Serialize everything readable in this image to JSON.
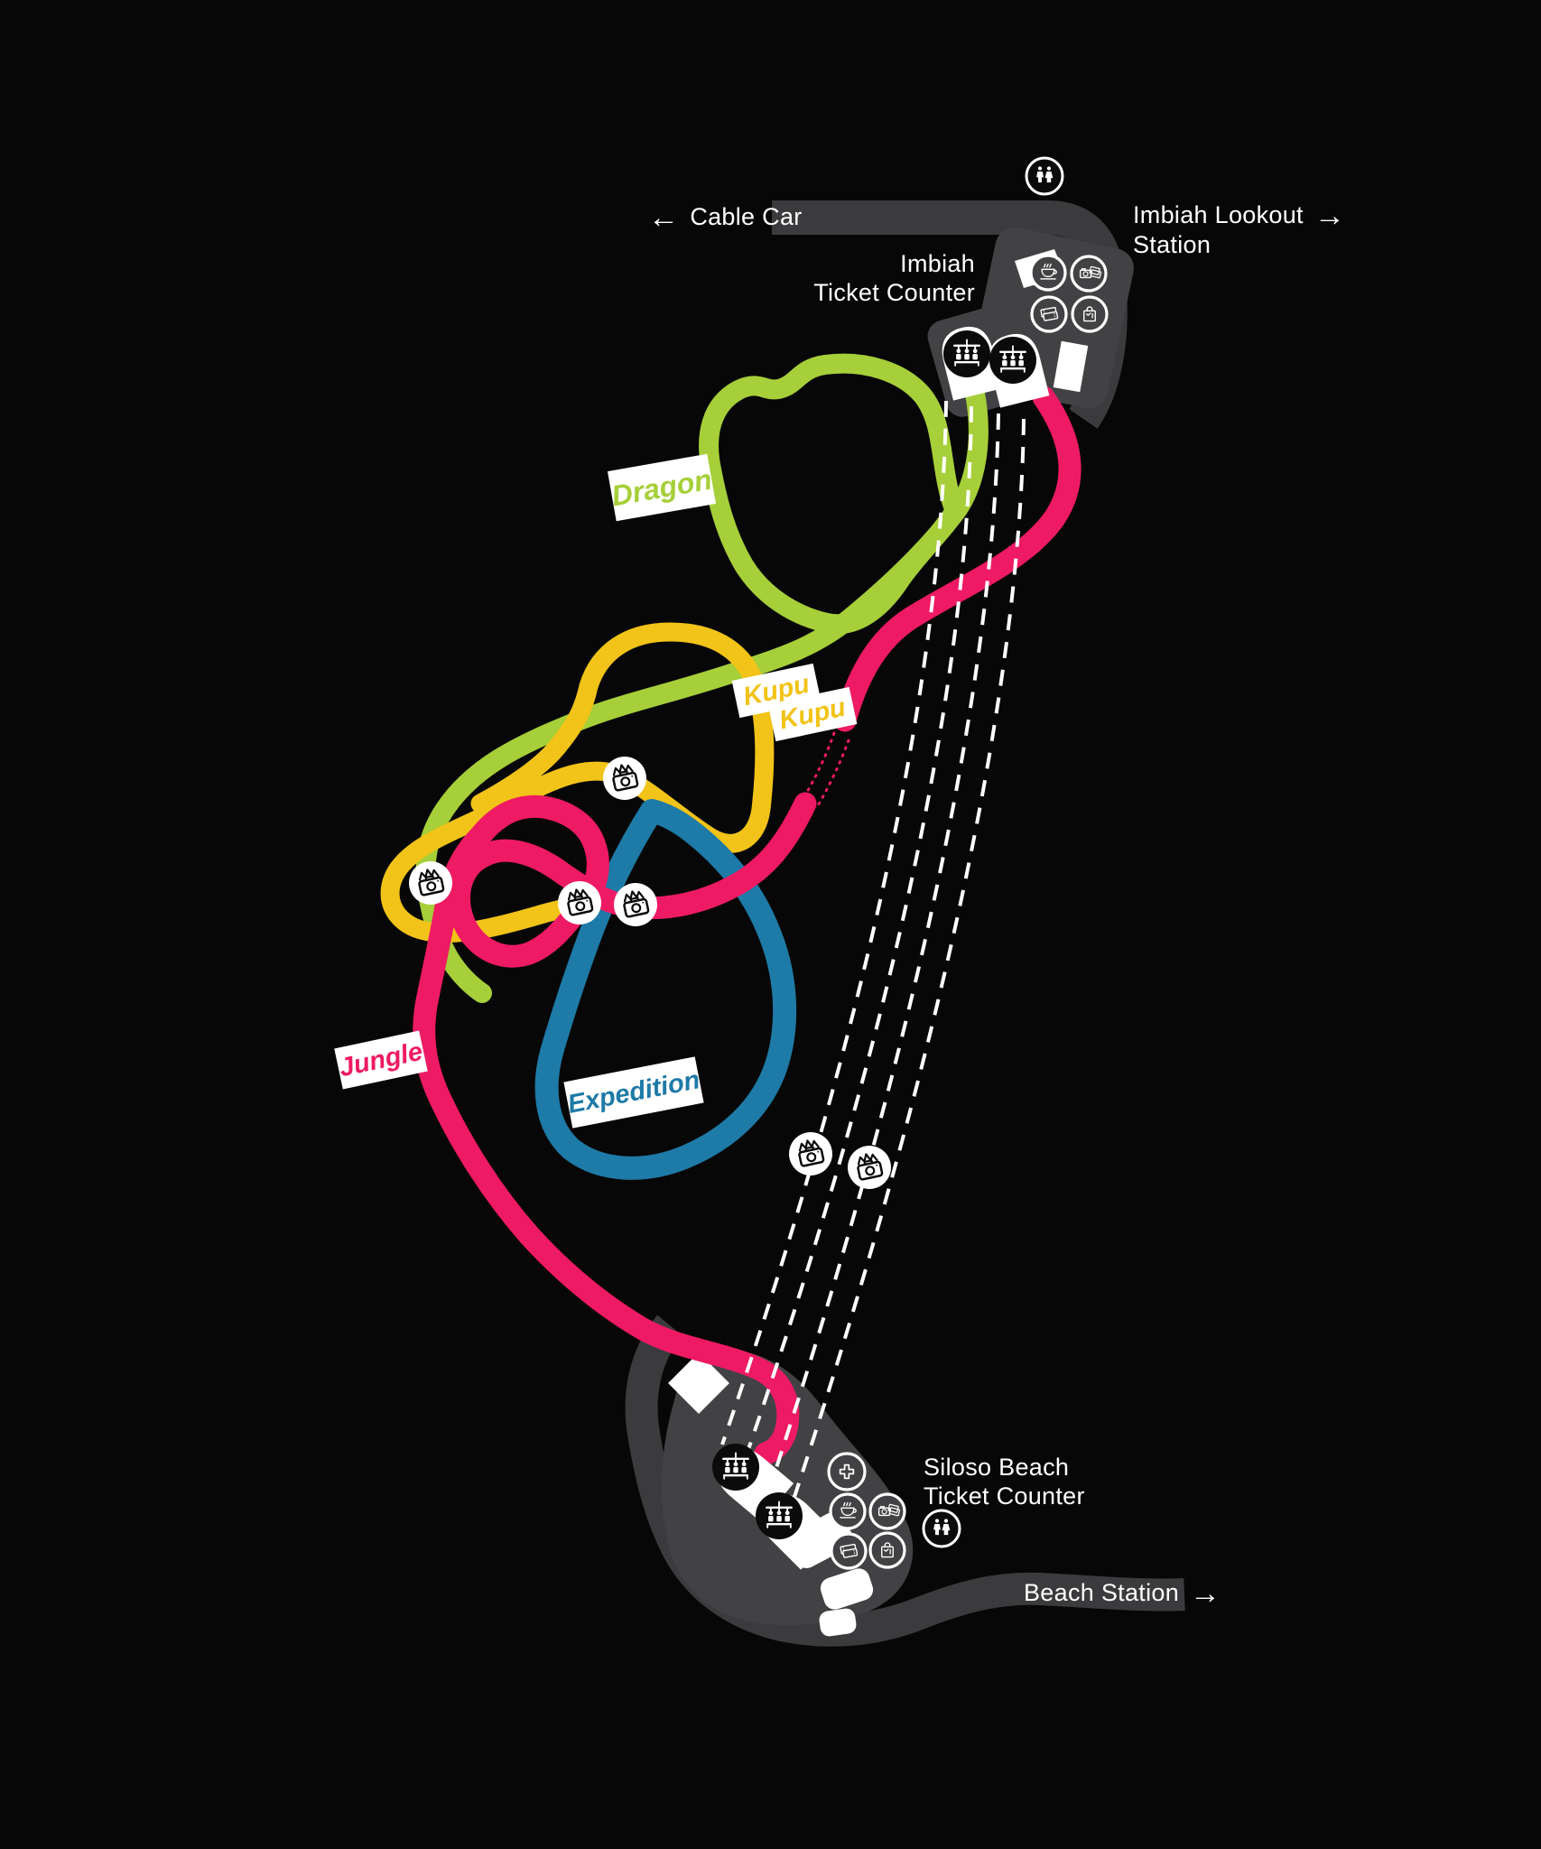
{
  "colors": {
    "background": "#070707",
    "road": "#3b3b3e",
    "station": "#424245",
    "white": "#ffffff",
    "dragon": "#a6cf39",
    "kupu": "#f2c318",
    "jungle": "#ee1a64",
    "expedition": "#1e7aa6"
  },
  "header": {
    "cable_car": "Cable Car",
    "imbiah_lookout_line1": "Imbiah Lookout",
    "imbiah_lookout_line2": "Station",
    "left_arrow": "←",
    "right_arrow": "→"
  },
  "imbiah_station": {
    "ticket_counter_line1": "Imbiah",
    "ticket_counter_line2": "Ticket Counter",
    "icons": [
      "restrooms-icon",
      "cafe-icon",
      "photo-sales-icon",
      "tickets-icon",
      "shop-icon",
      "chairlift-icon",
      "chairlift-icon"
    ]
  },
  "siloso_station": {
    "ticket_counter_line1": "Siloso Beach",
    "ticket_counter_line2": "Ticket Counter",
    "beach_station": "Beach Station",
    "right_arrow": "→",
    "icons": [
      "chairlift-icon",
      "chairlift-icon",
      "first-aid-icon",
      "cafe-icon",
      "photo-sales-icon",
      "tickets-icon",
      "shop-icon",
      "restrooms-icon"
    ]
  },
  "trails": [
    {
      "label": "Dragon",
      "color": "#a6cf39"
    },
    {
      "label_line1": "Kupu",
      "label_line2": "Kupu",
      "color": "#f2c318"
    },
    {
      "label": "Jungle",
      "color": "#ee1a64"
    },
    {
      "label": "Expedition",
      "color": "#1e7aa6"
    }
  ],
  "photo_points": {
    "icon": "camera-flash-icon",
    "count": 6
  },
  "skyride": {
    "line_count": 4,
    "style": "dashed"
  }
}
